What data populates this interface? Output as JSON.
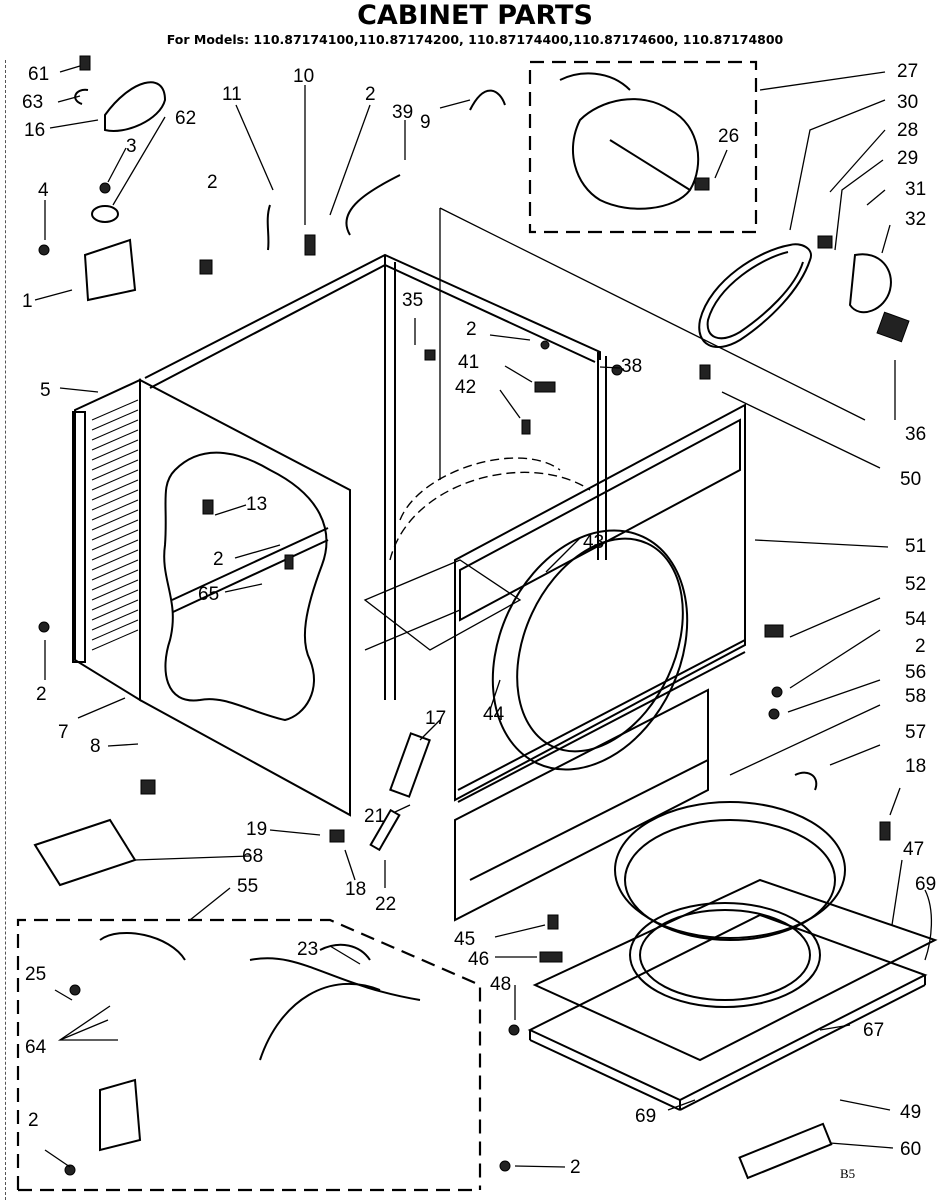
{
  "header": {
    "title": "CABINET PARTS",
    "subtitle": "For Models: 110.87174100,110.87174200, 110.87174400,110.87174600, 110.87174800"
  },
  "footer": {
    "page_code": "B5"
  },
  "callouts": [
    {
      "id": "c61",
      "label": "61"
    },
    {
      "id": "c63",
      "label": "63"
    },
    {
      "id": "c16",
      "label": "16"
    },
    {
      "id": "c3",
      "label": "3"
    },
    {
      "id": "c62",
      "label": "62"
    },
    {
      "id": "c4",
      "label": "4"
    },
    {
      "id": "c1",
      "label": "1"
    },
    {
      "id": "c11",
      "label": "11"
    },
    {
      "id": "c10",
      "label": "10"
    },
    {
      "id": "c2a",
      "label": "2"
    },
    {
      "id": "c2b",
      "label": "2"
    },
    {
      "id": "c39",
      "label": "39"
    },
    {
      "id": "c9",
      "label": "9"
    },
    {
      "id": "c27",
      "label": "27"
    },
    {
      "id": "c26",
      "label": "26"
    },
    {
      "id": "c30",
      "label": "30"
    },
    {
      "id": "c28",
      "label": "28"
    },
    {
      "id": "c29",
      "label": "29"
    },
    {
      "id": "c31",
      "label": "31"
    },
    {
      "id": "c32",
      "label": "32"
    },
    {
      "id": "c36",
      "label": "36"
    },
    {
      "id": "c50",
      "label": "50"
    },
    {
      "id": "c35",
      "label": "35"
    },
    {
      "id": "c2c",
      "label": "2"
    },
    {
      "id": "c41",
      "label": "41"
    },
    {
      "id": "c42",
      "label": "42"
    },
    {
      "id": "c38",
      "label": "38"
    },
    {
      "id": "c5",
      "label": "5"
    },
    {
      "id": "c13",
      "label": "13"
    },
    {
      "id": "c2d",
      "label": "2"
    },
    {
      "id": "c65",
      "label": "65"
    },
    {
      "id": "c2e",
      "label": "2"
    },
    {
      "id": "c7",
      "label": "7"
    },
    {
      "id": "c8",
      "label": "8"
    },
    {
      "id": "c43",
      "label": "43"
    },
    {
      "id": "c44",
      "label": "44"
    },
    {
      "id": "c51",
      "label": "51"
    },
    {
      "id": "c52",
      "label": "52"
    },
    {
      "id": "c54",
      "label": "54"
    },
    {
      "id": "c2f",
      "label": "2"
    },
    {
      "id": "c56",
      "label": "56"
    },
    {
      "id": "c58",
      "label": "58"
    },
    {
      "id": "c57",
      "label": "57"
    },
    {
      "id": "c18a",
      "label": "18"
    },
    {
      "id": "c47",
      "label": "47"
    },
    {
      "id": "c69a",
      "label": "69"
    },
    {
      "id": "c17",
      "label": "17"
    },
    {
      "id": "c21",
      "label": "21"
    },
    {
      "id": "c19",
      "label": "19"
    },
    {
      "id": "c68",
      "label": "68"
    },
    {
      "id": "c18b",
      "label": "18"
    },
    {
      "id": "c22",
      "label": "22"
    },
    {
      "id": "c55",
      "label": "55"
    },
    {
      "id": "c23",
      "label": "23"
    },
    {
      "id": "c25",
      "label": "25"
    },
    {
      "id": "c64",
      "label": "64"
    },
    {
      "id": "c2g",
      "label": "2"
    },
    {
      "id": "c45",
      "label": "45"
    },
    {
      "id": "c46",
      "label": "46"
    },
    {
      "id": "c48",
      "label": "48"
    },
    {
      "id": "c67",
      "label": "67"
    },
    {
      "id": "c69b",
      "label": "69"
    },
    {
      "id": "c49",
      "label": "49"
    },
    {
      "id": "c60",
      "label": "60"
    },
    {
      "id": "c2h",
      "label": "2"
    }
  ]
}
